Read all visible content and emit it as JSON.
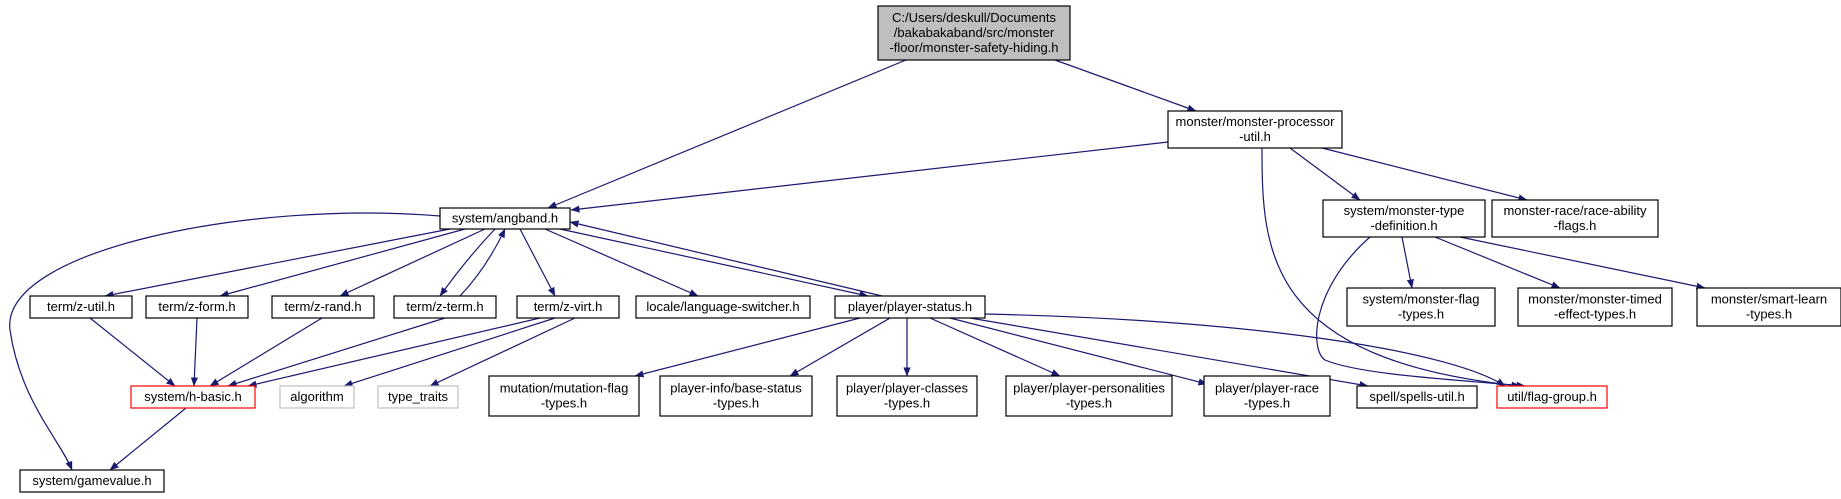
{
  "colors": {
    "edge": "#191970",
    "box_default": "#000000",
    "box_root_fill": "#bfbfbf",
    "box_root_stroke": "#000000",
    "box_incomplete": "#ff0000",
    "box_external": "#bfbfbf",
    "text_external": "#7f7f7f",
    "background": "#ffffff"
  },
  "nodes": [
    {
      "id": "root",
      "lines": [
        "C:/Users/deskull/Documents",
        "/bakabakaband/src/monster",
        "-floor/monster-safety-hiding.h"
      ],
      "style": "root"
    },
    {
      "id": "processor_util",
      "lines": [
        "monster/monster-processor",
        "-util.h"
      ],
      "style": "normal"
    },
    {
      "id": "angband",
      "lines": [
        "system/angband.h"
      ],
      "style": "normal"
    },
    {
      "id": "monster_type_def",
      "lines": [
        "system/monster-type",
        "-definition.h"
      ],
      "style": "normal"
    },
    {
      "id": "race_ability_flags",
      "lines": [
        "monster-race/race-ability",
        "-flags.h"
      ],
      "style": "normal"
    },
    {
      "id": "z_util",
      "lines": [
        "term/z-util.h"
      ],
      "style": "normal"
    },
    {
      "id": "z_form",
      "lines": [
        "term/z-form.h"
      ],
      "style": "normal"
    },
    {
      "id": "z_rand",
      "lines": [
        "term/z-rand.h"
      ],
      "style": "normal"
    },
    {
      "id": "z_term",
      "lines": [
        "term/z-term.h"
      ],
      "style": "normal"
    },
    {
      "id": "z_virt",
      "lines": [
        "term/z-virt.h"
      ],
      "style": "normal"
    },
    {
      "id": "language_switcher",
      "lines": [
        "locale/language-switcher.h"
      ],
      "style": "normal"
    },
    {
      "id": "player_status",
      "lines": [
        "player/player-status.h"
      ],
      "style": "normal"
    },
    {
      "id": "monster_flag_types",
      "lines": [
        "system/monster-flag",
        "-types.h"
      ],
      "style": "normal"
    },
    {
      "id": "monster_timed_effect",
      "lines": [
        "monster/monster-timed",
        "-effect-types.h"
      ],
      "style": "normal"
    },
    {
      "id": "smart_learn_types",
      "lines": [
        "monster/smart-learn",
        "-types.h"
      ],
      "style": "normal"
    },
    {
      "id": "h_basic",
      "lines": [
        "system/h-basic.h"
      ],
      "style": "incomplete"
    },
    {
      "id": "algorithm",
      "lines": [
        "algorithm"
      ],
      "style": "external"
    },
    {
      "id": "type_traits",
      "lines": [
        "type_traits"
      ],
      "style": "external"
    },
    {
      "id": "mutation_flag_types",
      "lines": [
        "mutation/mutation-flag",
        "-types.h"
      ],
      "style": "normal"
    },
    {
      "id": "base_status_types",
      "lines": [
        "player-info/base-status",
        "-types.h"
      ],
      "style": "normal"
    },
    {
      "id": "player_classes_types",
      "lines": [
        "player/player-classes",
        "-types.h"
      ],
      "style": "normal"
    },
    {
      "id": "player_personalities_types",
      "lines": [
        "player/player-personalities",
        "-types.h"
      ],
      "style": "normal"
    },
    {
      "id": "player_race_types",
      "lines": [
        "player/player-race",
        "-types.h"
      ],
      "style": "normal"
    },
    {
      "id": "spells_util",
      "lines": [
        "spell/spells-util.h"
      ],
      "style": "normal"
    },
    {
      "id": "flag_group",
      "lines": [
        "util/flag-group.h"
      ],
      "style": "incomplete"
    },
    {
      "id": "gamevalue",
      "lines": [
        "system/gamevalue.h"
      ],
      "style": "normal"
    }
  ],
  "edges": [
    [
      "root",
      "angband"
    ],
    [
      "root",
      "processor_util"
    ],
    [
      "processor_util",
      "angband"
    ],
    [
      "processor_util",
      "monster_type_def"
    ],
    [
      "processor_util",
      "race_ability_flags"
    ],
    [
      "processor_util",
      "flag_group"
    ],
    [
      "angband",
      "gamevalue"
    ],
    [
      "angband",
      "z_util"
    ],
    [
      "angband",
      "z_form"
    ],
    [
      "angband",
      "z_rand"
    ],
    [
      "angband",
      "z_term"
    ],
    [
      "z_term",
      "angband"
    ],
    [
      "angband",
      "z_virt"
    ],
    [
      "angband",
      "language_switcher"
    ],
    [
      "angband",
      "player_status"
    ],
    [
      "player_status",
      "angband"
    ],
    [
      "z_util",
      "h_basic"
    ],
    [
      "z_form",
      "h_basic"
    ],
    [
      "z_rand",
      "h_basic"
    ],
    [
      "z_term",
      "h_basic"
    ],
    [
      "z_virt",
      "h_basic"
    ],
    [
      "z_virt",
      "algorithm"
    ],
    [
      "z_virt",
      "type_traits"
    ],
    [
      "h_basic",
      "gamevalue"
    ],
    [
      "player_status",
      "mutation_flag_types"
    ],
    [
      "player_status",
      "base_status_types"
    ],
    [
      "player_status",
      "player_classes_types"
    ],
    [
      "player_status",
      "player_personalities_types"
    ],
    [
      "player_status",
      "player_race_types"
    ],
    [
      "player_status",
      "spells_util"
    ],
    [
      "player_status",
      "flag_group"
    ],
    [
      "monster_type_def",
      "monster_flag_types"
    ],
    [
      "monster_type_def",
      "monster_timed_effect"
    ],
    [
      "monster_type_def",
      "smart_learn_types"
    ],
    [
      "monster_type_def",
      "flag_group"
    ]
  ]
}
